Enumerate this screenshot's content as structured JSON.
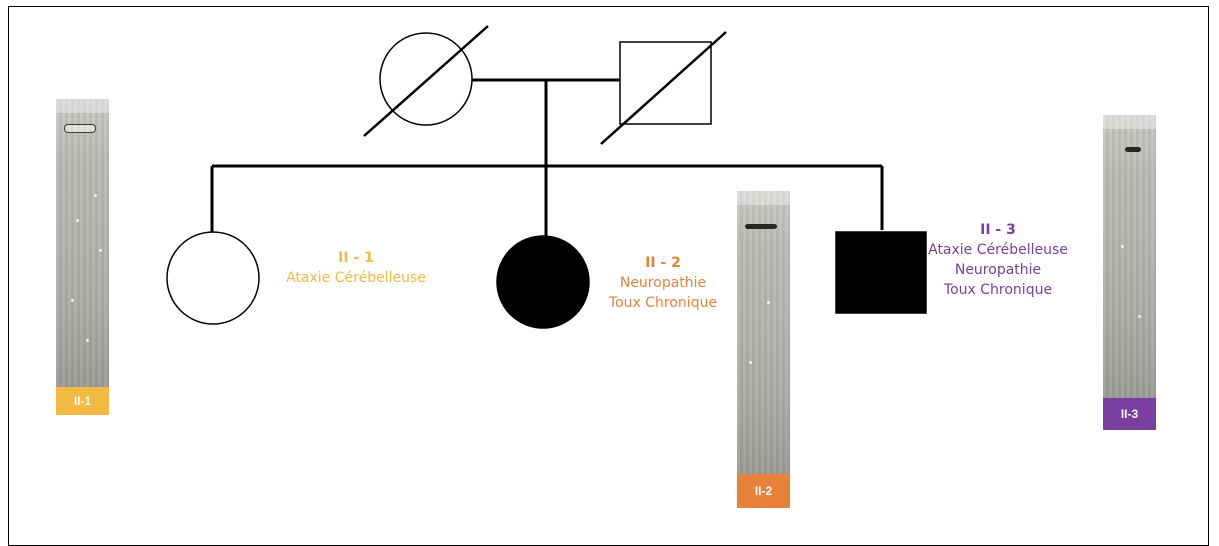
{
  "colors": {
    "line": "#000000",
    "ii1": "#f4b942",
    "ii2": "#e8823a",
    "ii3": "#7a3fa0"
  },
  "pedigree": {
    "generation1": [
      {
        "sex": "female",
        "deceased": true,
        "affected": false
      },
      {
        "sex": "male",
        "deceased": true,
        "affected": false
      }
    ],
    "generation2": [
      {
        "id": "II - 1",
        "sex": "female",
        "affected": false,
        "traits": [
          "Ataxie Cérébelleuse"
        ]
      },
      {
        "id": "II - 2",
        "sex": "female",
        "affected": true,
        "traits": [
          "Neuropathie",
          "Toux Chronique"
        ]
      },
      {
        "id": "II - 3",
        "sex": "male",
        "affected": true,
        "traits": [
          "Ataxie Cérébelleuse",
          "Neuropathie",
          "Toux Chronique"
        ]
      }
    ]
  },
  "gels": [
    {
      "label": "II-1",
      "color": "#f4b942"
    },
    {
      "label": "II-2",
      "color": "#e8823a"
    },
    {
      "label": "II-3",
      "color": "#7a3fa0"
    }
  ]
}
